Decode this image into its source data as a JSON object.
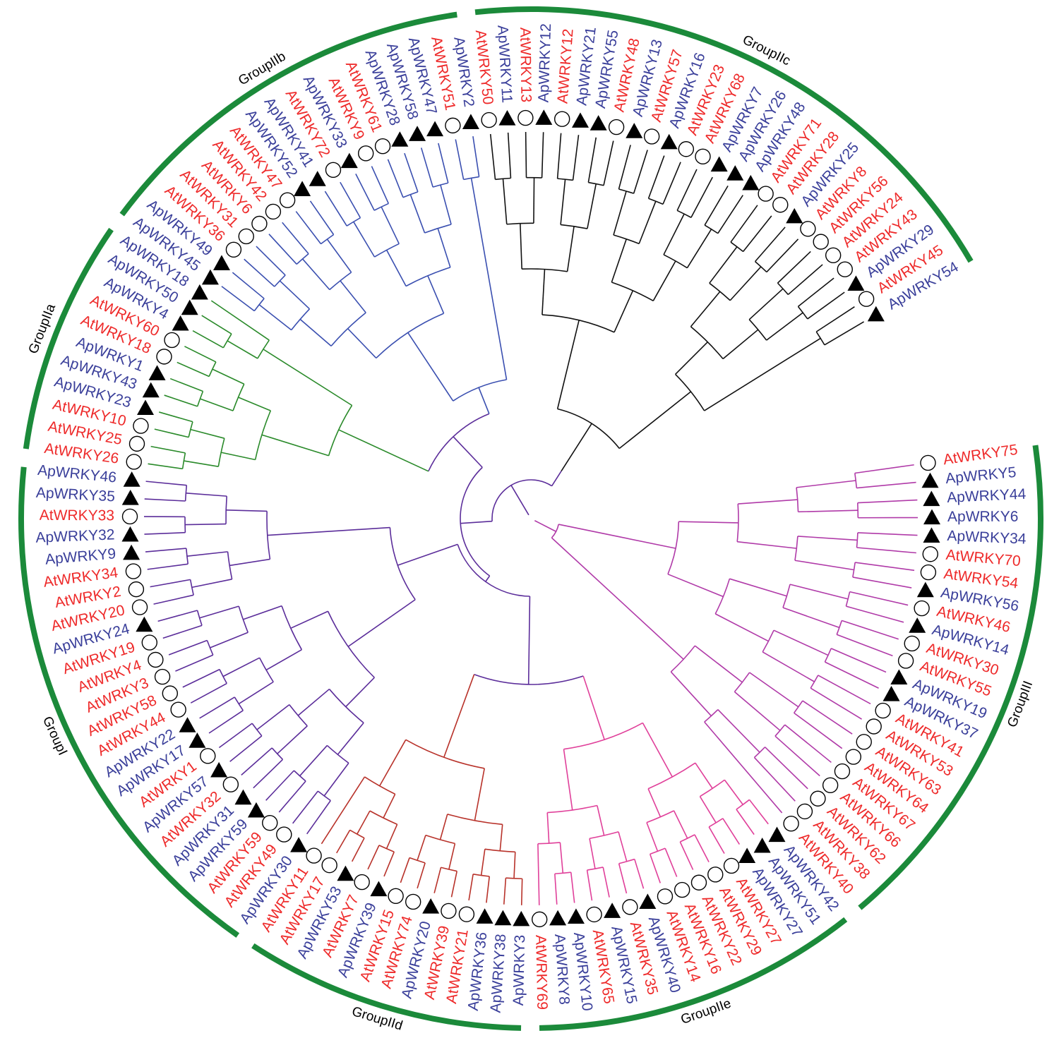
{
  "colors": {
    "At": "#ee2a2a",
    "Ap": "#3a3f9a",
    "ring": "#1b8a3a",
    "branch_I": "#5b2d9a",
    "branch_IIa": "#2a8a2a",
    "branch_IIb": "#3a4fb0",
    "branch_IIc": "#111111",
    "branch_IId": "#b8322a",
    "branch_IIe": "#e0409a",
    "branch_III": "#b03aa8"
  },
  "legend_markers": {
    "At": "circle",
    "Ap": "triangle"
  },
  "groups": [
    {
      "label": "GroupIII",
      "clade": "III",
      "leaves": [
        "AtWRKY75",
        "ApWRKY5",
        "ApWRKY44",
        "ApWRKY6",
        "ApWRKY34",
        "AtWRKY70",
        "AtWRKY54",
        "ApWRKY56",
        "AtWRKY46",
        "ApWRKY14",
        "AtWRKY30",
        "AtWRKY55",
        "ApWRKY19",
        "ApWRKY37",
        "AtWRKY41",
        "AtWRKY53",
        "AtWRKY63",
        "AtWRKY64",
        "AtWRKY67",
        "AtWRKY66",
        "AtWRKY62",
        "AtWRKY38",
        "AtWRKY40"
      ]
    },
    {
      "label": "GroupIIe",
      "clade": "IIe",
      "leaves": [
        "ApWRKY42",
        "ApWRKY51",
        "ApWRKY27",
        "AtWRKY27",
        "AtWRKY29",
        "AtWRKY22",
        "AtWRKY16",
        "AtWRKY14",
        "ApWRKY40",
        "AtWRKY35",
        "ApWRKY15",
        "AtWRKY65",
        "ApWRKY10",
        "ApWRKY8",
        "AtWRKY69"
      ]
    },
    {
      "label": "GroupIId",
      "clade": "IId",
      "leaves": [
        "ApWRKY3",
        "ApWRKY38",
        "ApWRKY36",
        "AtWRKY21",
        "AtWRKY39",
        "ApWRKY20",
        "AtWRKY74",
        "AtWRKY15",
        "ApWRKY39",
        "AtWRKY7",
        "ApWRKY53",
        "AtWRKY17",
        "AtWRKY11"
      ]
    },
    {
      "label": "GroupI",
      "clade": "I",
      "leaves": [
        "ApWRKY30",
        "AtWRKY49",
        "AtWRKY59",
        "ApWRKY59",
        "ApWRKY31",
        "AtWRKY32",
        "ApWRKY57",
        "AtWRKY1",
        "ApWRKY17",
        "ApWRKY22",
        "AtWRKY44",
        "AtWRKY58",
        "AtWRKY3",
        "AtWRKY4",
        "AtWRKY19",
        "ApWRKY24",
        "AtWRKY20",
        "AtWRKY2",
        "AtWRKY34",
        "ApWRKY9",
        "ApWRKY32",
        "AtWRKY33",
        "ApWRKY35",
        "ApWRKY46"
      ]
    },
    {
      "label": "GroupIIa",
      "clade": "IIa",
      "leaves": [
        "AtWRKY26",
        "AtWRKY25",
        "AtWRKY10",
        "ApWRKY23",
        "ApWRKY43",
        "ApWRKY1",
        "AtWRKY18",
        "AtWRKY60",
        "ApWRKY4",
        "ApWRKY50",
        "ApWRKY18"
      ]
    },
    {
      "label": "GroupIIb",
      "clade": "IIb",
      "leaves": [
        "ApWRKY45",
        "ApWRKY49",
        "AtWRKY36",
        "AtWRKY31",
        "AtWRKY6",
        "AtWRKY42",
        "AtWRKY47",
        "ApWRKY52",
        "ApWRKY41",
        "AtWRKY72",
        "ApWRKY33",
        "AtWRKY9",
        "AtWRKY61",
        "ApWRKY28",
        "ApWRKY58",
        "ApWRKY47",
        "AtWRKY51",
        "ApWRKY2"
      ]
    },
    {
      "label": "GroupIIc",
      "clade": "IIc",
      "leaves": [
        "AtWRKY50",
        "ApWRKY11",
        "AtWRKY13",
        "ApWRKY12",
        "AtWRKY12",
        "ApWRKY21",
        "ApWRKY55",
        "AtWRKY48",
        "ApWRKY13",
        "AtWRKY57",
        "ApWRKY16",
        "AtWRKY23",
        "AtWRKY68",
        "ApWRKY7",
        "ApWRKY26",
        "ApWRKY48",
        "AtWRKY71",
        "AtWRKY28",
        "ApWRKY25",
        "AtWRKY8",
        "AtWRKY56",
        "AtWRKY24",
        "AtWRKY43",
        "ApWRKY29",
        "AtWRKY45",
        "ApWRKY54"
      ]
    }
  ]
}
